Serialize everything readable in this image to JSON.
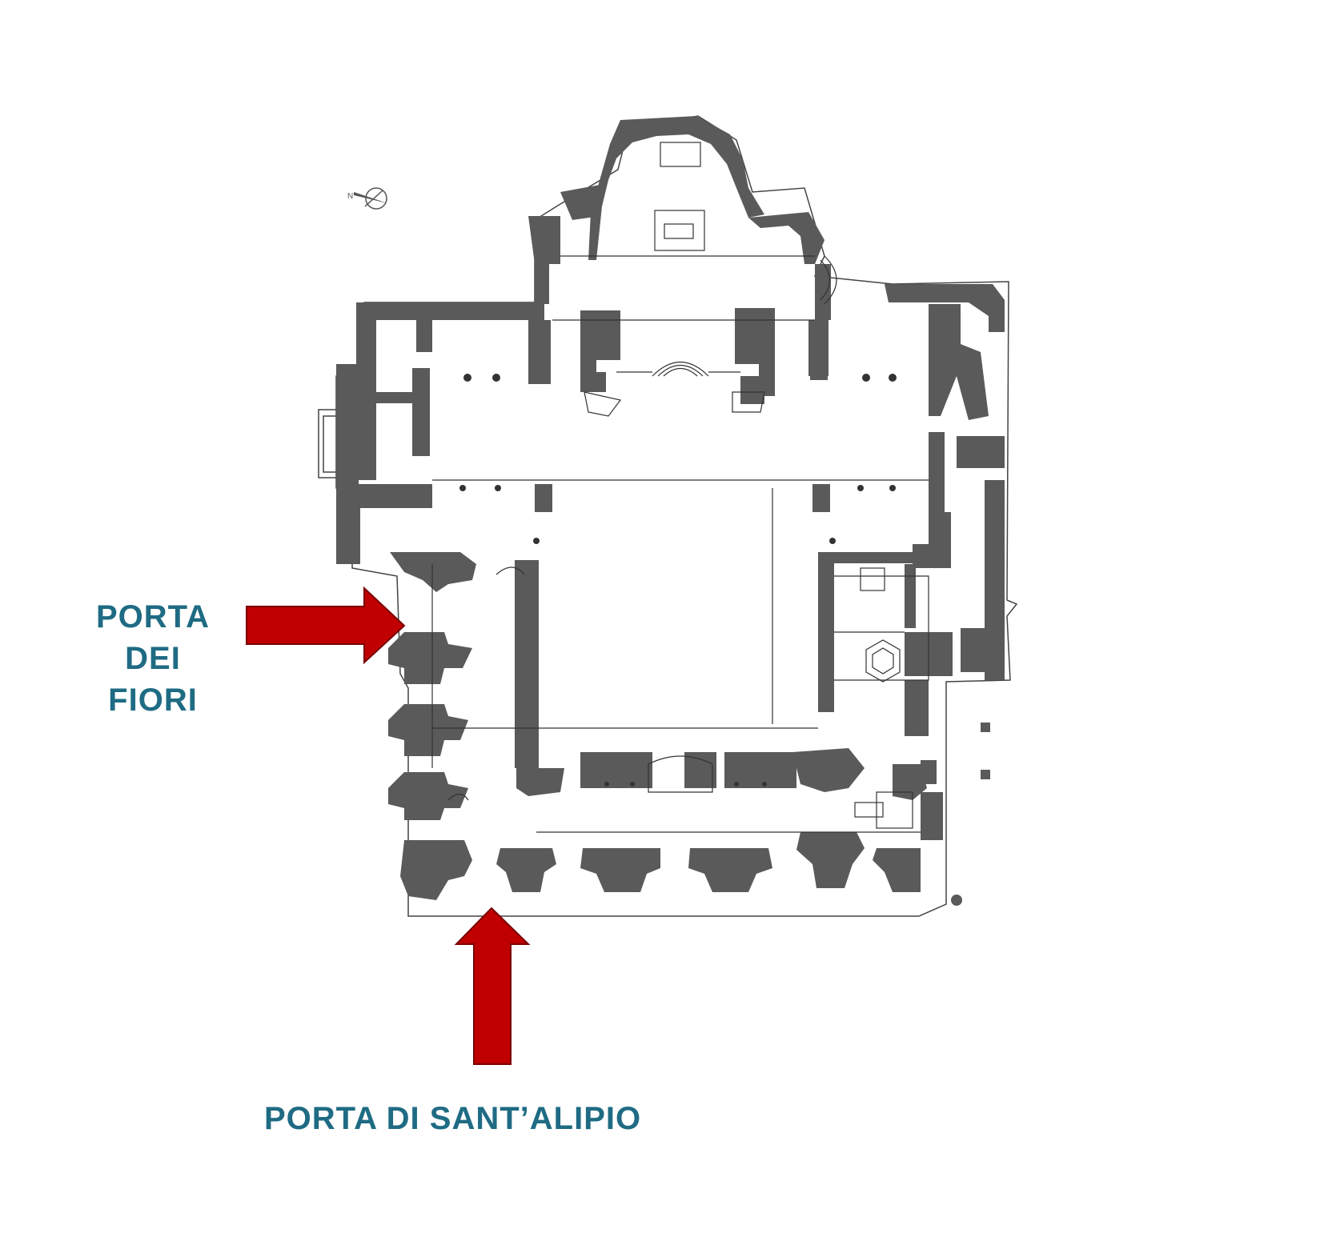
{
  "labels": {
    "porta_dei_fiori": [
      "PORTA",
      "DEI",
      "FIORI"
    ],
    "porta_di_sant_alipio": "PORTA DI SANT’ALIPIO"
  },
  "colors": {
    "wall": "#5a5a5a",
    "line": "#444444",
    "arrow": "#c00000",
    "label": "#1f6b84",
    "background": "#ffffff"
  },
  "icons": {
    "compass": "north-arrow-icon"
  }
}
